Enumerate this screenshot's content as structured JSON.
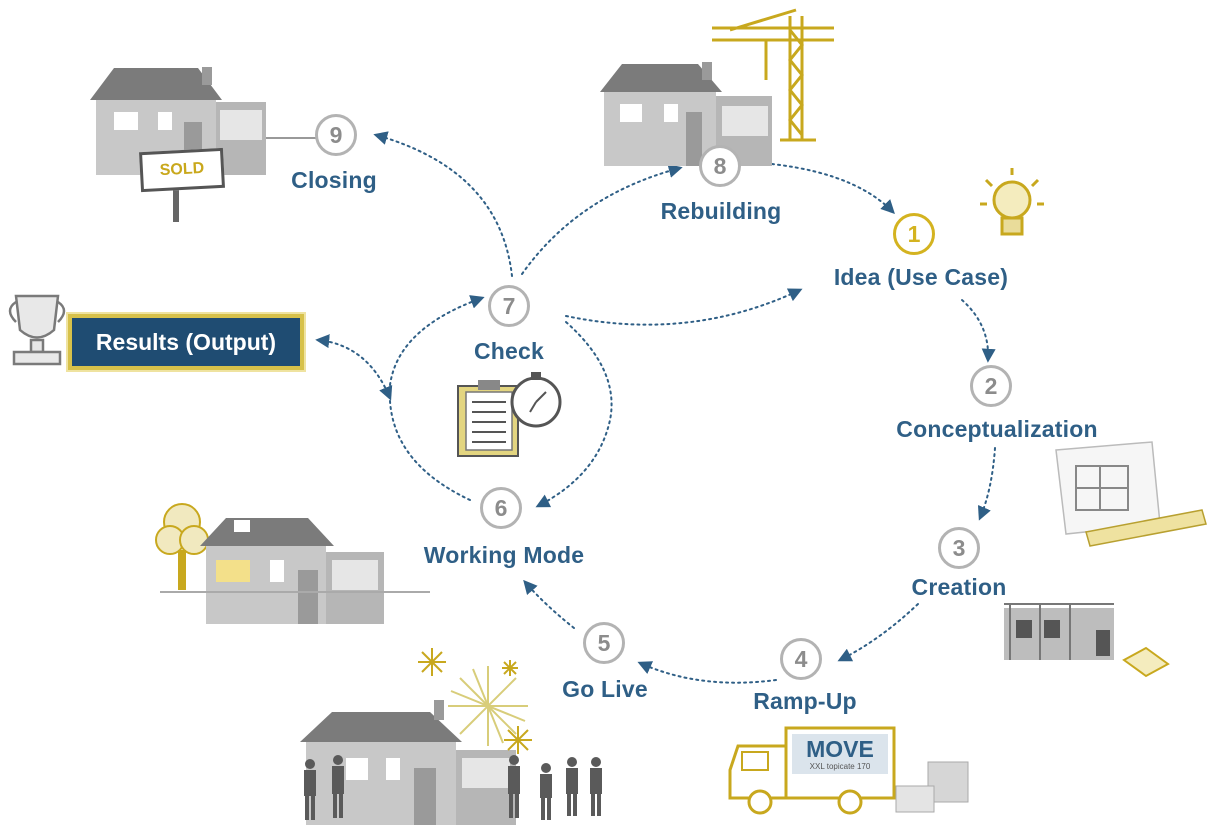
{
  "steps": [
    {
      "num": "1",
      "label": "Idea (Use Case)"
    },
    {
      "num": "2",
      "label": "Conceptualization"
    },
    {
      "num": "3",
      "label": "Creation"
    },
    {
      "num": "4",
      "label": "Ramp-Up"
    },
    {
      "num": "5",
      "label": "Go Live"
    },
    {
      "num": "6",
      "label": "Working Mode"
    },
    {
      "num": "7",
      "label": "Check"
    },
    {
      "num": "8",
      "label": "Rebuilding"
    },
    {
      "num": "9",
      "label": "Closing"
    }
  ],
  "results_box": {
    "label": "Results (Output)"
  },
  "illustrations": {
    "sold_sign": "SOLD",
    "truck_sign": "MOVE",
    "truck_subtext": "XXL topicate 170"
  },
  "colors": {
    "label_blue": "#2f5f86",
    "highlight_yellow": "#d4b320",
    "circle_gray": "#b3b3b3",
    "arrow_blue": "#2f5f86",
    "results_fill": "#1f4c72"
  },
  "icons": [
    "lightbulb-icon",
    "trophy-icon",
    "clipboard-icon",
    "stopwatch-icon",
    "crane-icon",
    "blueprint-icon",
    "moving-truck-icon",
    "fireworks-icon",
    "house-icon"
  ]
}
